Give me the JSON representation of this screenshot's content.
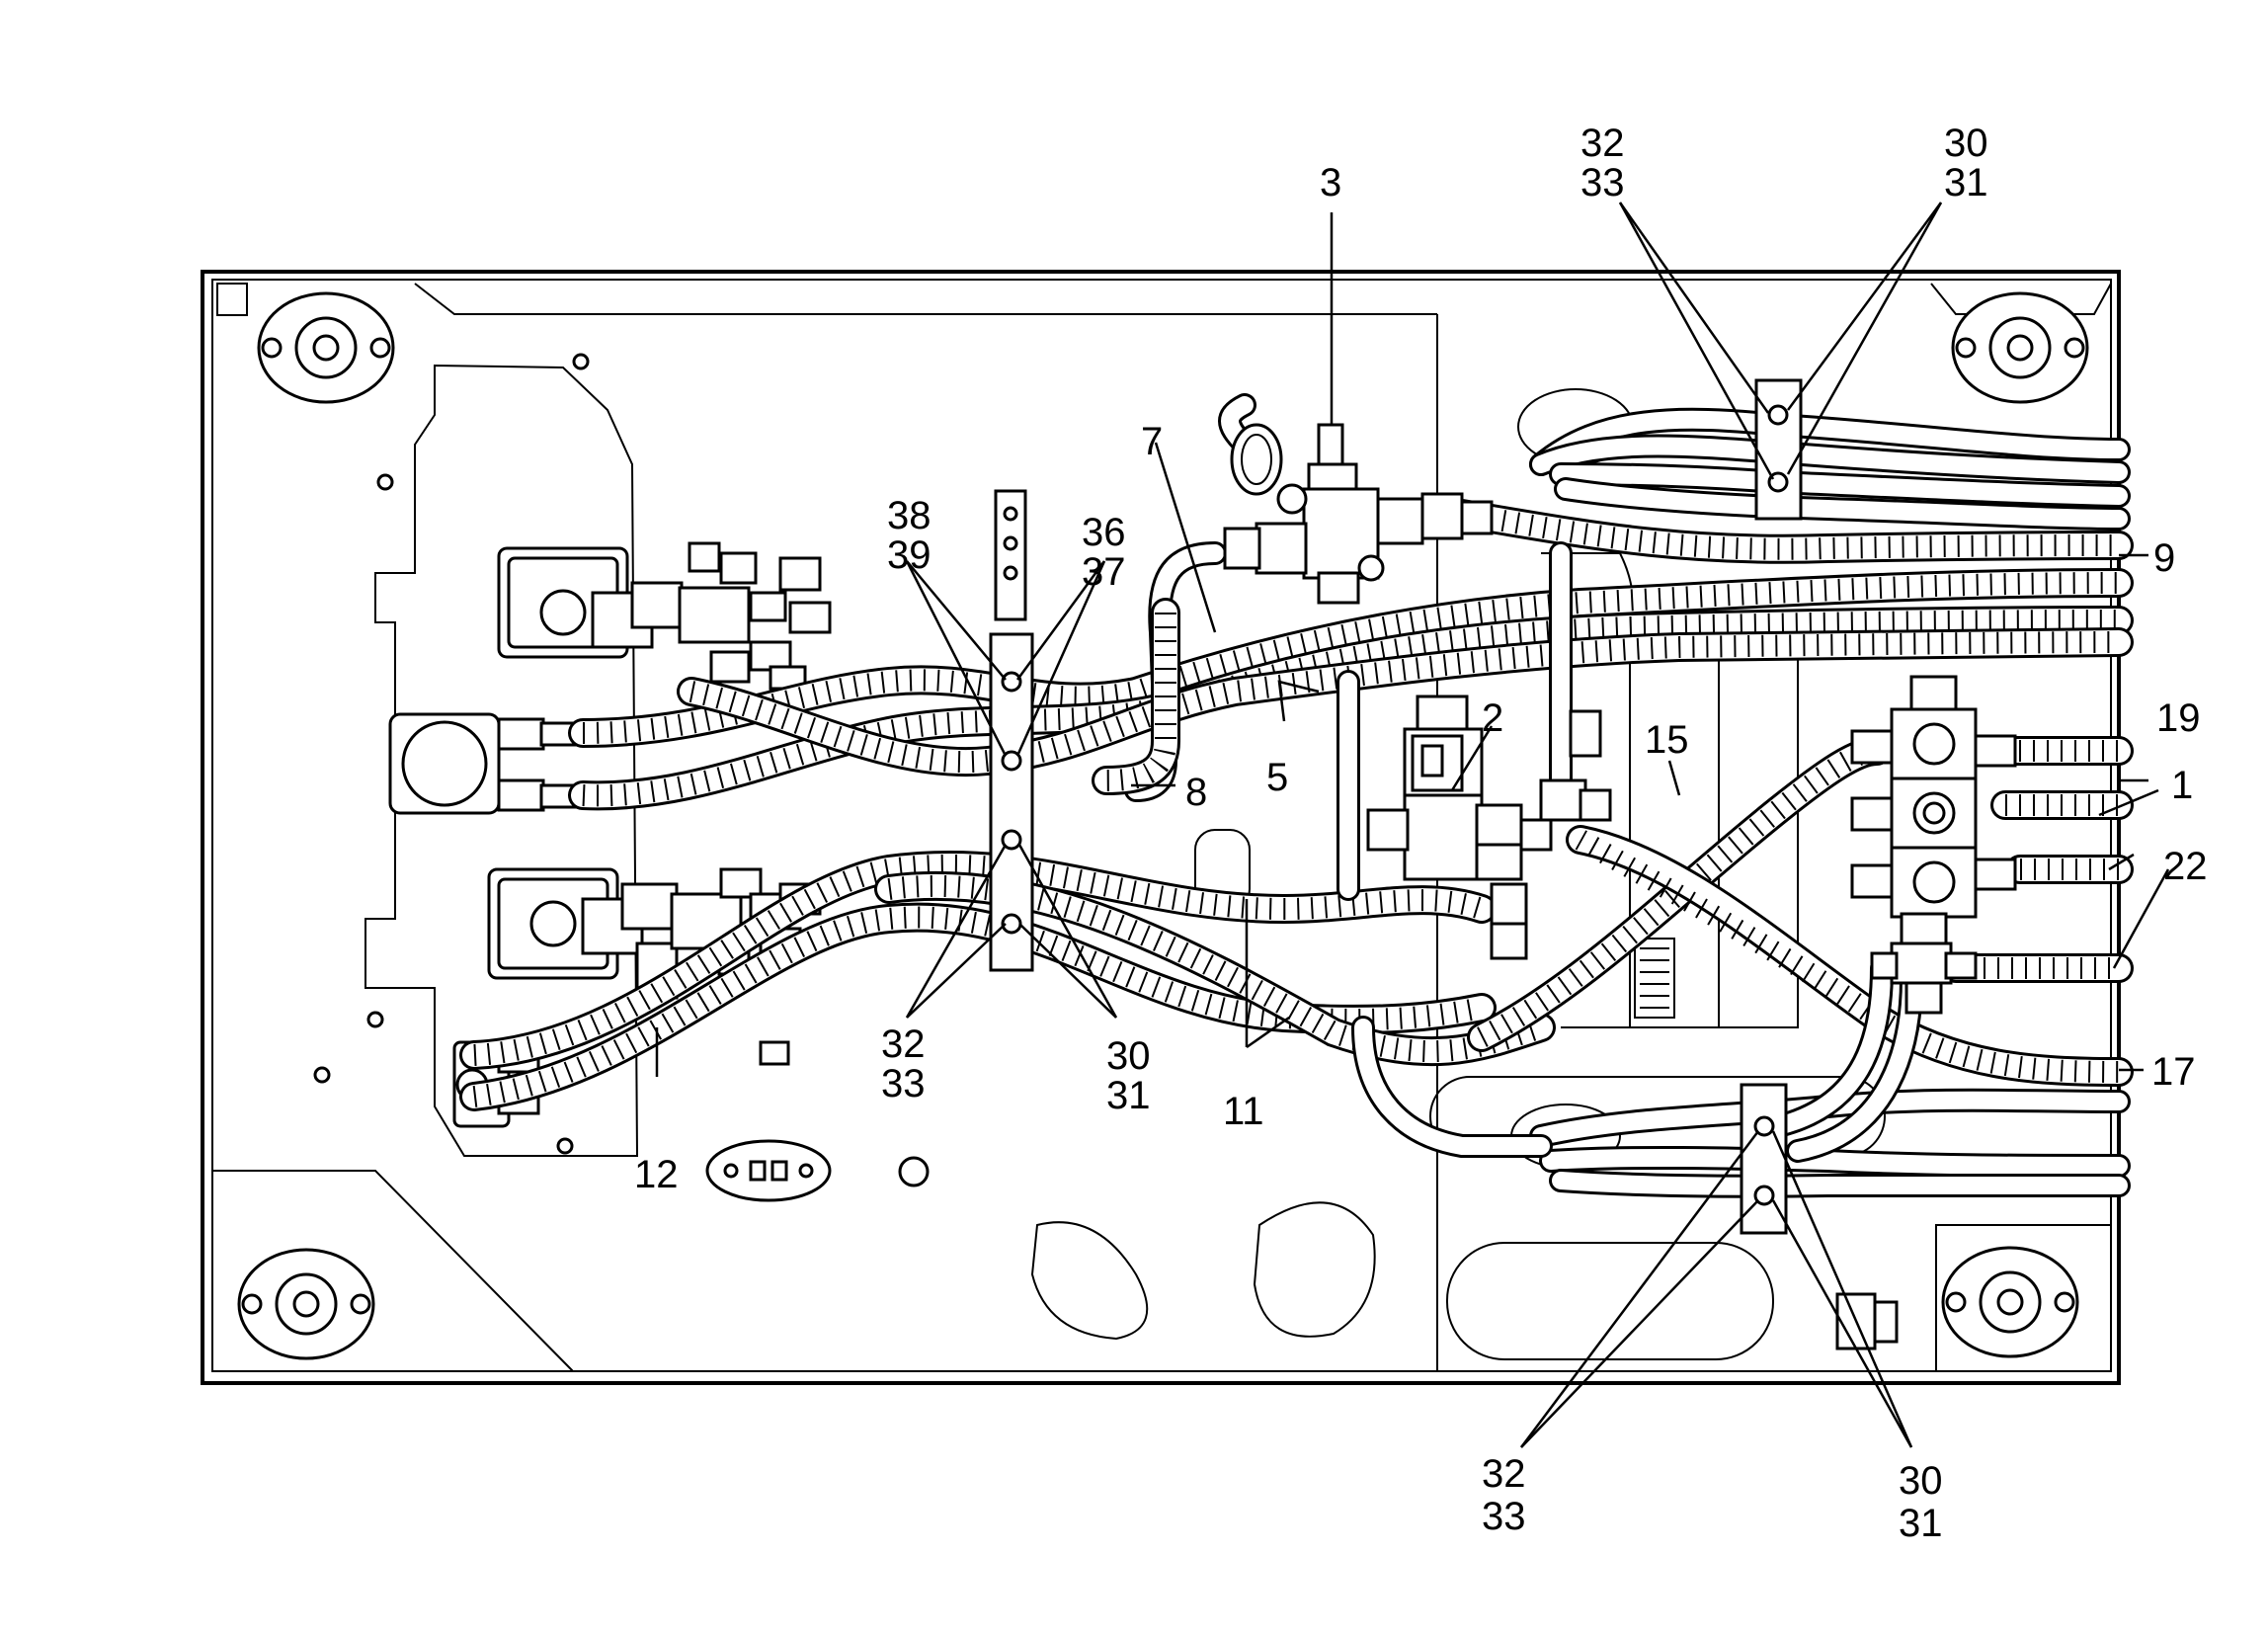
{
  "callouts": {
    "c1": "1",
    "c2": "2",
    "c3": "3",
    "c5": "5",
    "c7": "7",
    "c8": "8",
    "c9": "9",
    "c11": "11",
    "c12": "12",
    "c15": "15",
    "c17": "17",
    "c19": "19",
    "c22": "22",
    "top_clamp_a_1": "32",
    "top_clamp_a_2": "33",
    "top_clamp_b_1": "30",
    "top_clamp_b_2": "31",
    "mid_clamp_a_1": "38",
    "mid_clamp_a_2": "39",
    "mid_clamp_b_1": "36",
    "mid_clamp_b_2": "37",
    "low_clamp_a_1": "32",
    "low_clamp_a_2": "33",
    "low_clamp_b_1": "30",
    "low_clamp_b_2": "31",
    "bot_clamp_a_1": "32",
    "bot_clamp_a_2": "33",
    "bot_clamp_b_1": "30",
    "bot_clamp_b_2": "31"
  }
}
